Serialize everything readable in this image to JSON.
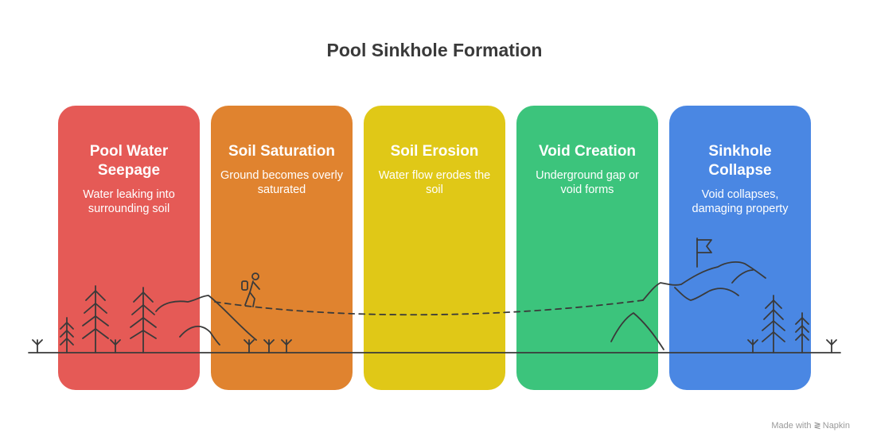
{
  "title": "Pool Sinkhole Formation",
  "steps": [
    {
      "title": "Pool Water Seepage",
      "description": "Water leaking into surrounding soil",
      "color": "#E55A56"
    },
    {
      "title": "Soil Saturation",
      "description": "Ground becomes overly saturated",
      "color": "#E0832F"
    },
    {
      "title": "Soil Erosion",
      "description": "Water flow erodes the soil",
      "color": "#E0C817"
    },
    {
      "title": "Void Creation",
      "description": "Underground gap or void forms",
      "color": "#3CC47C"
    },
    {
      "title": "Sinkhole Collapse",
      "description": "Void collapses, damaging property",
      "color": "#4A87E3"
    }
  ],
  "credit": {
    "prefix": "Made with",
    "brand": "Napkin"
  },
  "icons": [
    "tree-icon",
    "hiker-icon",
    "flag-icon",
    "mountain-icon",
    "napkin-logo-icon"
  ]
}
